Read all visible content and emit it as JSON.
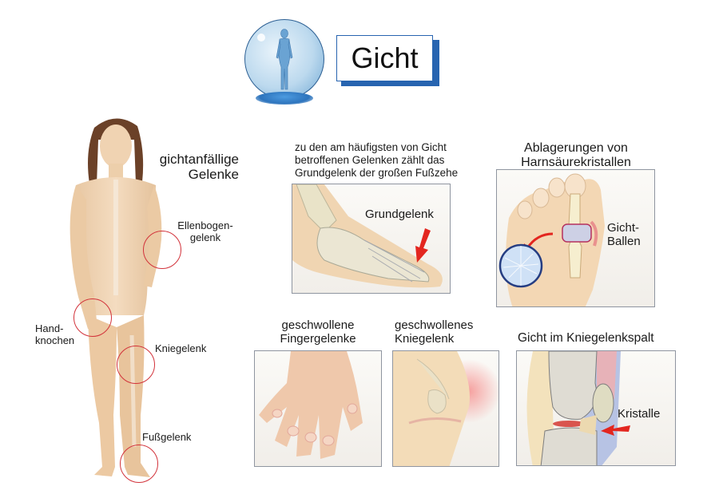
{
  "header": {
    "title": "Gicht",
    "logo_icon": "globe-with-human-figure-icon",
    "accent_color": "#2764b0"
  },
  "body_figure": {
    "heading_line1": "gichtanfällige",
    "heading_line2": "Gelenke",
    "joints": [
      {
        "line1": "Ellenbogen-",
        "line2": "gelenk"
      },
      {
        "line1": "Hand-",
        "line2": "knochen"
      },
      {
        "line1": "Kniegelenk",
        "line2": ""
      },
      {
        "line1": "Fußgelenk",
        "line2": ""
      }
    ],
    "circle_color": "#d2323a"
  },
  "panels": {
    "big_toe": {
      "caption_line1": "zu den am häufigsten von Gicht",
      "caption_line2": "betroffenen Gelenken zählt das",
      "caption_line3": "Grundgelenk der großen Fußzehe",
      "label": "Grundgelenk"
    },
    "uric_acid": {
      "caption_line1": "Ablagerungen von",
      "caption_line2": "Harnsäurekristallen",
      "label_line1": "Gicht-",
      "label_line2": "Ballen"
    },
    "fingers": {
      "caption_line1": "geschwollene",
      "caption_line2": "Fingergelenke"
    },
    "knee": {
      "caption_line1": "geschwollenes",
      "caption_line2": "Kniegelenk"
    },
    "knee_gap": {
      "caption": "Gicht im Kniegelenkspalt",
      "label": "Kristalle"
    }
  }
}
